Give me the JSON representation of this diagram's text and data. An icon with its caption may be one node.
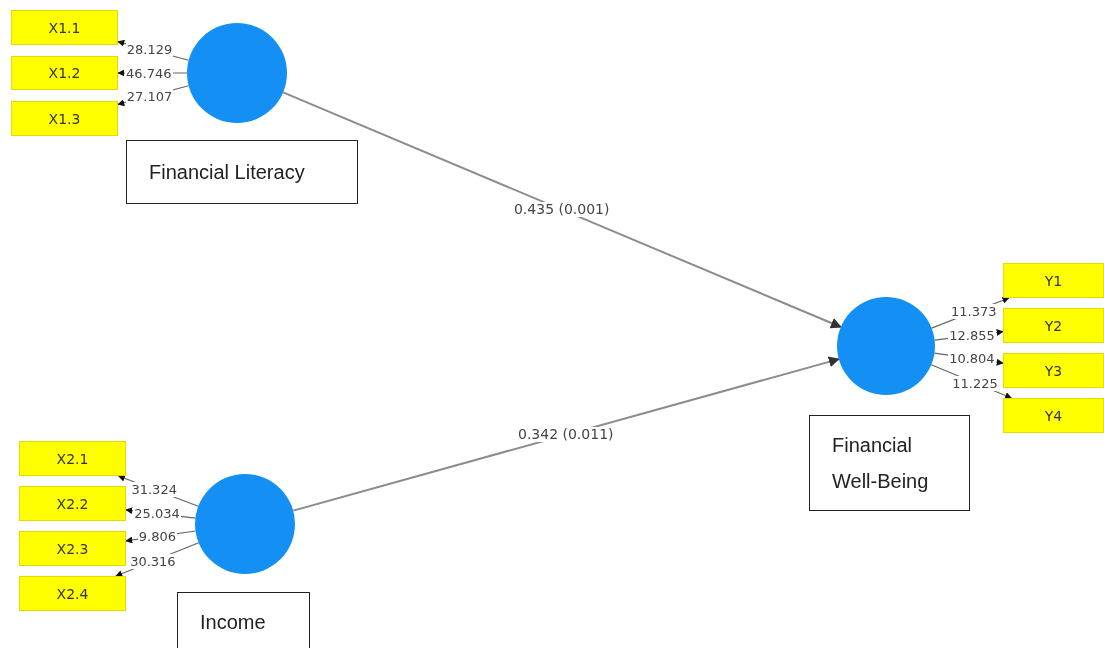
{
  "diagram": {
    "nodes": [
      {
        "text": [
          "X1.1"
        ]
      },
      {
        "text": [
          "X1.2"
        ]
      },
      {
        "text": [
          "X1.3"
        ]
      },
      {
        "text": [],
        "shape": "circle"
      },
      {
        "text": [
          "Financial Literacy"
        ]
      },
      {
        "text": [],
        "shape": "circle"
      },
      {
        "text": [
          "Financial Well-Being"
        ]
      },
      {
        "text": [
          "Y1"
        ]
      },
      {
        "text": [
          "Y2"
        ]
      },
      {
        "text": [
          "Y3"
        ]
      },
      {
        "text": [
          "Y4"
        ]
      },
      {
        "text": [
          "X2.1"
        ]
      },
      {
        "text": [
          "X2.2"
        ]
      },
      {
        "text": [
          "X2.3"
        ]
      },
      {
        "text": [
          "X2.4"
        ]
      },
      {
        "text": [],
        "shape": "circle"
      },
      {
        "text": [
          "Income"
        ]
      }
    ],
    "edges": [
      {
        "from": 3,
        "to": 0,
        "arrow": "to",
        "label": "28.129"
      },
      {
        "from": 3,
        "to": 1,
        "arrow": "to",
        "label": "46.746"
      },
      {
        "from": 3,
        "to": 2,
        "arrow": "to",
        "label": "27.107"
      },
      {
        "from": 3,
        "to": 5,
        "arrow": "to",
        "label": "0.435 (0.001)"
      },
      {
        "from": 15,
        "to": 5,
        "arrow": "to",
        "label": "0.342 (0.011)"
      },
      {
        "from": 5,
        "to": 7,
        "arrow": "to",
        "label": "11.373"
      },
      {
        "from": 5,
        "to": 8,
        "arrow": "to",
        "label": "12.855"
      },
      {
        "from": 5,
        "to": 9,
        "arrow": "to",
        "label": "10.804"
      },
      {
        "from": 5,
        "to": 10,
        "arrow": "to",
        "label": "11.225"
      },
      {
        "from": 15,
        "to": 11,
        "arrow": "to",
        "label": "31.324"
      },
      {
        "from": 15,
        "to": 12,
        "arrow": "to",
        "label": "25.034"
      },
      {
        "from": 15,
        "to": 13,
        "arrow": "to",
        "label": "9.806"
      },
      {
        "from": 15,
        "to": 14,
        "arrow": "to",
        "label": "30.316"
      }
    ]
  }
}
